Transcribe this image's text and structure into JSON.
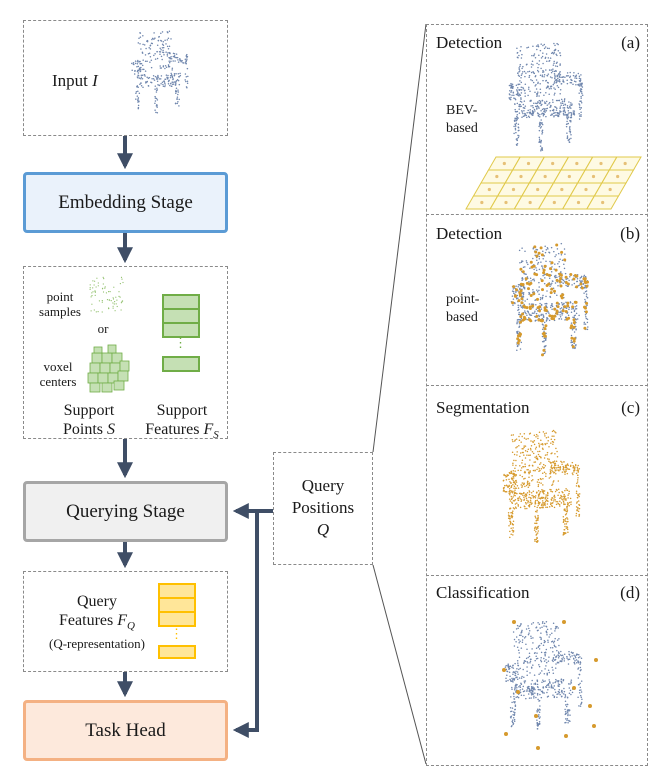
{
  "left_column": {
    "input": {
      "label": "Input",
      "symbol": "I"
    },
    "embedding_stage": "Embedding Stage",
    "support": {
      "point_samples": "point samples",
      "or": "or",
      "voxel_centers": "voxel centers",
      "support_points_line1": "Support",
      "support_points_line2": "Points",
      "support_points_symbol": "S",
      "support_features_line1": "Support",
      "support_features_line2": "Features",
      "support_features_symbol": "F",
      "support_features_sub": "S",
      "ellipsis": "⋮"
    },
    "querying_stage": "Querying Stage",
    "query_features": {
      "line1": "Query",
      "line2": "Features",
      "symbol": "F",
      "sub": "Q",
      "note": "(Q-representation)",
      "ellipsis": "⋮"
    },
    "task_head": "Task Head"
  },
  "query_positions": {
    "line1": "Query",
    "line2": "Positions",
    "symbol": "Q"
  },
  "right_panels": [
    {
      "title": "Detection",
      "tag": "(a)",
      "sub1": "BEV-",
      "sub2": "based"
    },
    {
      "title": "Detection",
      "tag": "(b)",
      "sub1": "point-",
      "sub2": "based"
    },
    {
      "title": "Segmentation",
      "tag": "(c)"
    },
    {
      "title": "Classification",
      "tag": "(d)"
    }
  ],
  "colors": {
    "arrow": "#3f4e66",
    "embedding_border": "#5b9bd5",
    "embedding_fill": "#eaf2fb",
    "querying_border": "#a6a6a6",
    "querying_fill": "#f0f0f0",
    "taskhead_border": "#f4b183",
    "taskhead_fill": "#fde9dc",
    "support_green": "#70ad47",
    "support_green_fill": "#c5e0b4",
    "query_yellow": "#ffc000",
    "query_yellow_fill": "#ffe699",
    "point_blue": "#6f86ad",
    "point_orange": "#d69a2d"
  }
}
